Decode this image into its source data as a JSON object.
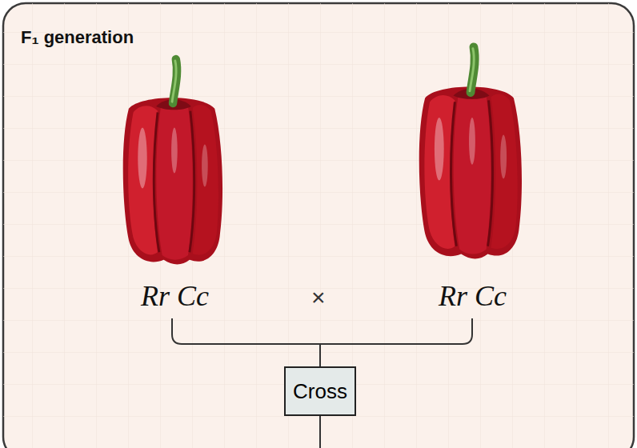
{
  "diagram": {
    "nodes": [
      {
        "text": [
          "F₁ generation"
        ]
      },
      {
        "text": [
          "Cross"
        ],
        "in": 0
      }
    ],
    "labels": [
      "Rr Cc",
      "×",
      "Rr Cc"
    ]
  }
}
